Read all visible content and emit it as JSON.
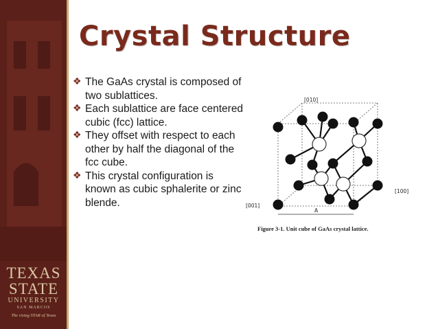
{
  "sidebar": {
    "logo": {
      "line1": "TEXAS",
      "line2": "STATE",
      "line3": "UNIVERSITY",
      "line4": "SAN MARCOS",
      "tagline": "The rising STAR of Texas"
    },
    "colors": {
      "maroon": "#5a1f1a",
      "gold": "#c9a96b"
    }
  },
  "slide": {
    "title": "Crystal Structure",
    "title_color": "#7a2a1c",
    "bullet_icon": "diamond-bullet-icon",
    "bullets": [
      "The GaAs crystal is composed of two sublattices.",
      "Each sublattice are face centered cubic (fcc) lattice.",
      "They  offset with respect to each other by half the diagonal of the fcc cube.",
      "This crystal configuration is known as cubic sphalerite or zinc blende."
    ]
  },
  "figure": {
    "label_010": "[010]",
    "label_100": "[100]",
    "label_001": "[001]",
    "label_A": "A",
    "caption": "Figure 3-1.  Unit cube of GaAs crystal lattice."
  }
}
